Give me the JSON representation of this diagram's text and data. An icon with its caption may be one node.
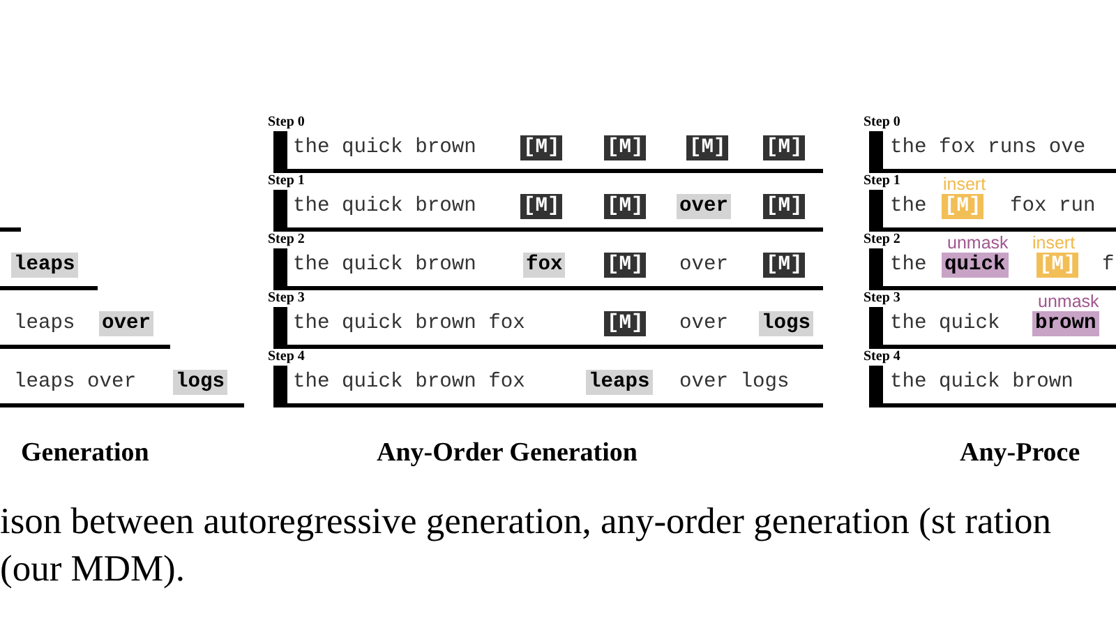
{
  "diagram": {
    "caption": "ison between autoregressive generation, any-order generation (st ration (our MDM).",
    "nodes": [
      {
        "text": [],
        "shape": "bar"
      },
      {
        "text": [
          "leaps"
        ]
      },
      {
        "text": [
          "leaps",
          "over"
        ]
      },
      {
        "text": [
          "leaps over",
          "logs"
        ]
      },
      {
        "text": [
          "the quick brown",
          "[M]",
          "[M]",
          "[M]",
          "[M]"
        ],
        "beside": [
          "Step 0"
        ]
      },
      {
        "text": [
          "the quick brown",
          "[M]",
          "[M]",
          "over",
          "[M]"
        ],
        "beside": [
          "Step 1"
        ]
      },
      {
        "text": [
          "the quick brown",
          "fox",
          "[M]",
          "over",
          "[M]"
        ],
        "beside": [
          "Step 2"
        ]
      },
      {
        "text": [
          "the quick brown fox",
          "[M]",
          "over",
          "logs"
        ],
        "beside": [
          "Step 3"
        ]
      },
      {
        "text": [
          "the quick brown fox",
          "leaps",
          "over logs"
        ],
        "beside": [
          "Step 4"
        ]
      },
      {
        "text": [
          "the fox runs ove"
        ],
        "beside": [
          "Step 0"
        ]
      },
      {
        "text": [
          "the",
          "[M]",
          "fox run"
        ],
        "beside": [
          "Step 1",
          "insert"
        ]
      },
      {
        "text": [
          "the",
          "quick",
          "[M]",
          "f"
        ],
        "beside": [
          "Step 2",
          "unmask",
          "insert"
        ]
      },
      {
        "text": [
          "the quick",
          "brown"
        ],
        "beside": [
          "Step 3",
          "unmask"
        ]
      },
      {
        "text": [
          "the quick brown"
        ],
        "beside": [
          "Step 4"
        ]
      }
    ],
    "labels": [
      "Generation",
      "Any-Order Generation",
      "Any-Proce"
    ]
  }
}
